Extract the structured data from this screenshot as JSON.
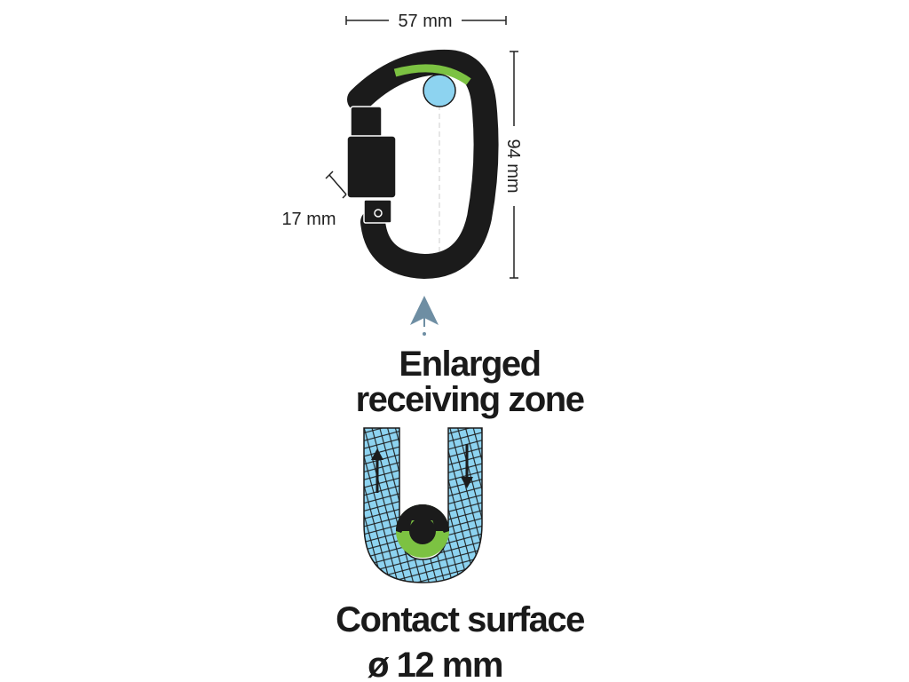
{
  "dimensions": {
    "width_label": "57 mm",
    "height_label": "94 mm",
    "gate_label": "17 mm"
  },
  "captions": {
    "receiving_zone": [
      "Enlarged",
      "receiving zone"
    ],
    "contact_surface": [
      "Contact surface",
      "ø 12 mm"
    ]
  },
  "colors": {
    "carabiner": "#1b1b1b",
    "accent_green": "#7cc242",
    "rope_blue": "#8dd3f0",
    "arrow": "#6e8ea3"
  }
}
